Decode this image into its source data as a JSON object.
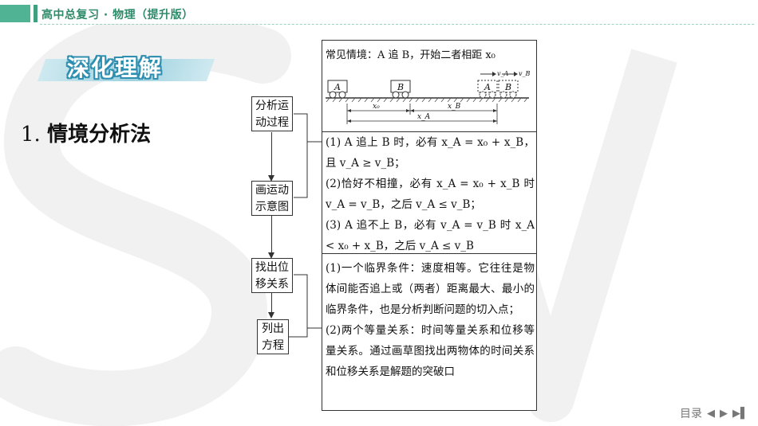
{
  "header": {
    "title": "高中总复习 · 物理（提升版）"
  },
  "banner": {
    "label": "深化理解"
  },
  "heading": {
    "number": "1.",
    "text": "情境分析法"
  },
  "flow": {
    "step1": [
      "分析运",
      "动过程"
    ],
    "step2": [
      "画运动",
      "示意图"
    ],
    "step3": [
      "找出位",
      "移关系"
    ],
    "step4": [
      "列出",
      "方程"
    ]
  },
  "scenario": {
    "label": "常见情境：A 追 B，开始二者相距 x₀",
    "car_a": "A",
    "car_b": "B",
    "v_a": "v_A",
    "v_b": "v_B",
    "x0": "x₀",
    "xb": "x_B",
    "xa": "x_A"
  },
  "conditions": [
    "(1) A 追上 B 时，必有 x_A = x₀ + x_B，且 v_A ≥ v_B；",
    "(2)恰好不相撞，必有 x_A = x₀ + x_B 时 v_A = v_B，之后 v_A ≤ v_B；",
    "(3) A 追不上 B，必有 v_A = v_B 时 x_A < x₀ + x_B，之后 v_A ≤ v_B"
  ],
  "notes": [
    "(1)一个临界条件：速度相等。它往往是物体间能否追上或（两者）距离最大、最小的临界条件，也是分析判断问题的切入点；",
    "(2)两个等量关系：时间等量关系和位移等量关系。通过画草图找出两物体的时间关系和位移关系是解题的突破口"
  ],
  "nav": {
    "label": "目录",
    "prev_icon": "triangle-left-icon",
    "next_icon": "triangle-right-icon",
    "last_icon": "skip-end-icon"
  },
  "colors": {
    "header_green": "#4fb394",
    "banner_blue": "#2f8fb0",
    "watermark": "#f2f2f2"
  }
}
